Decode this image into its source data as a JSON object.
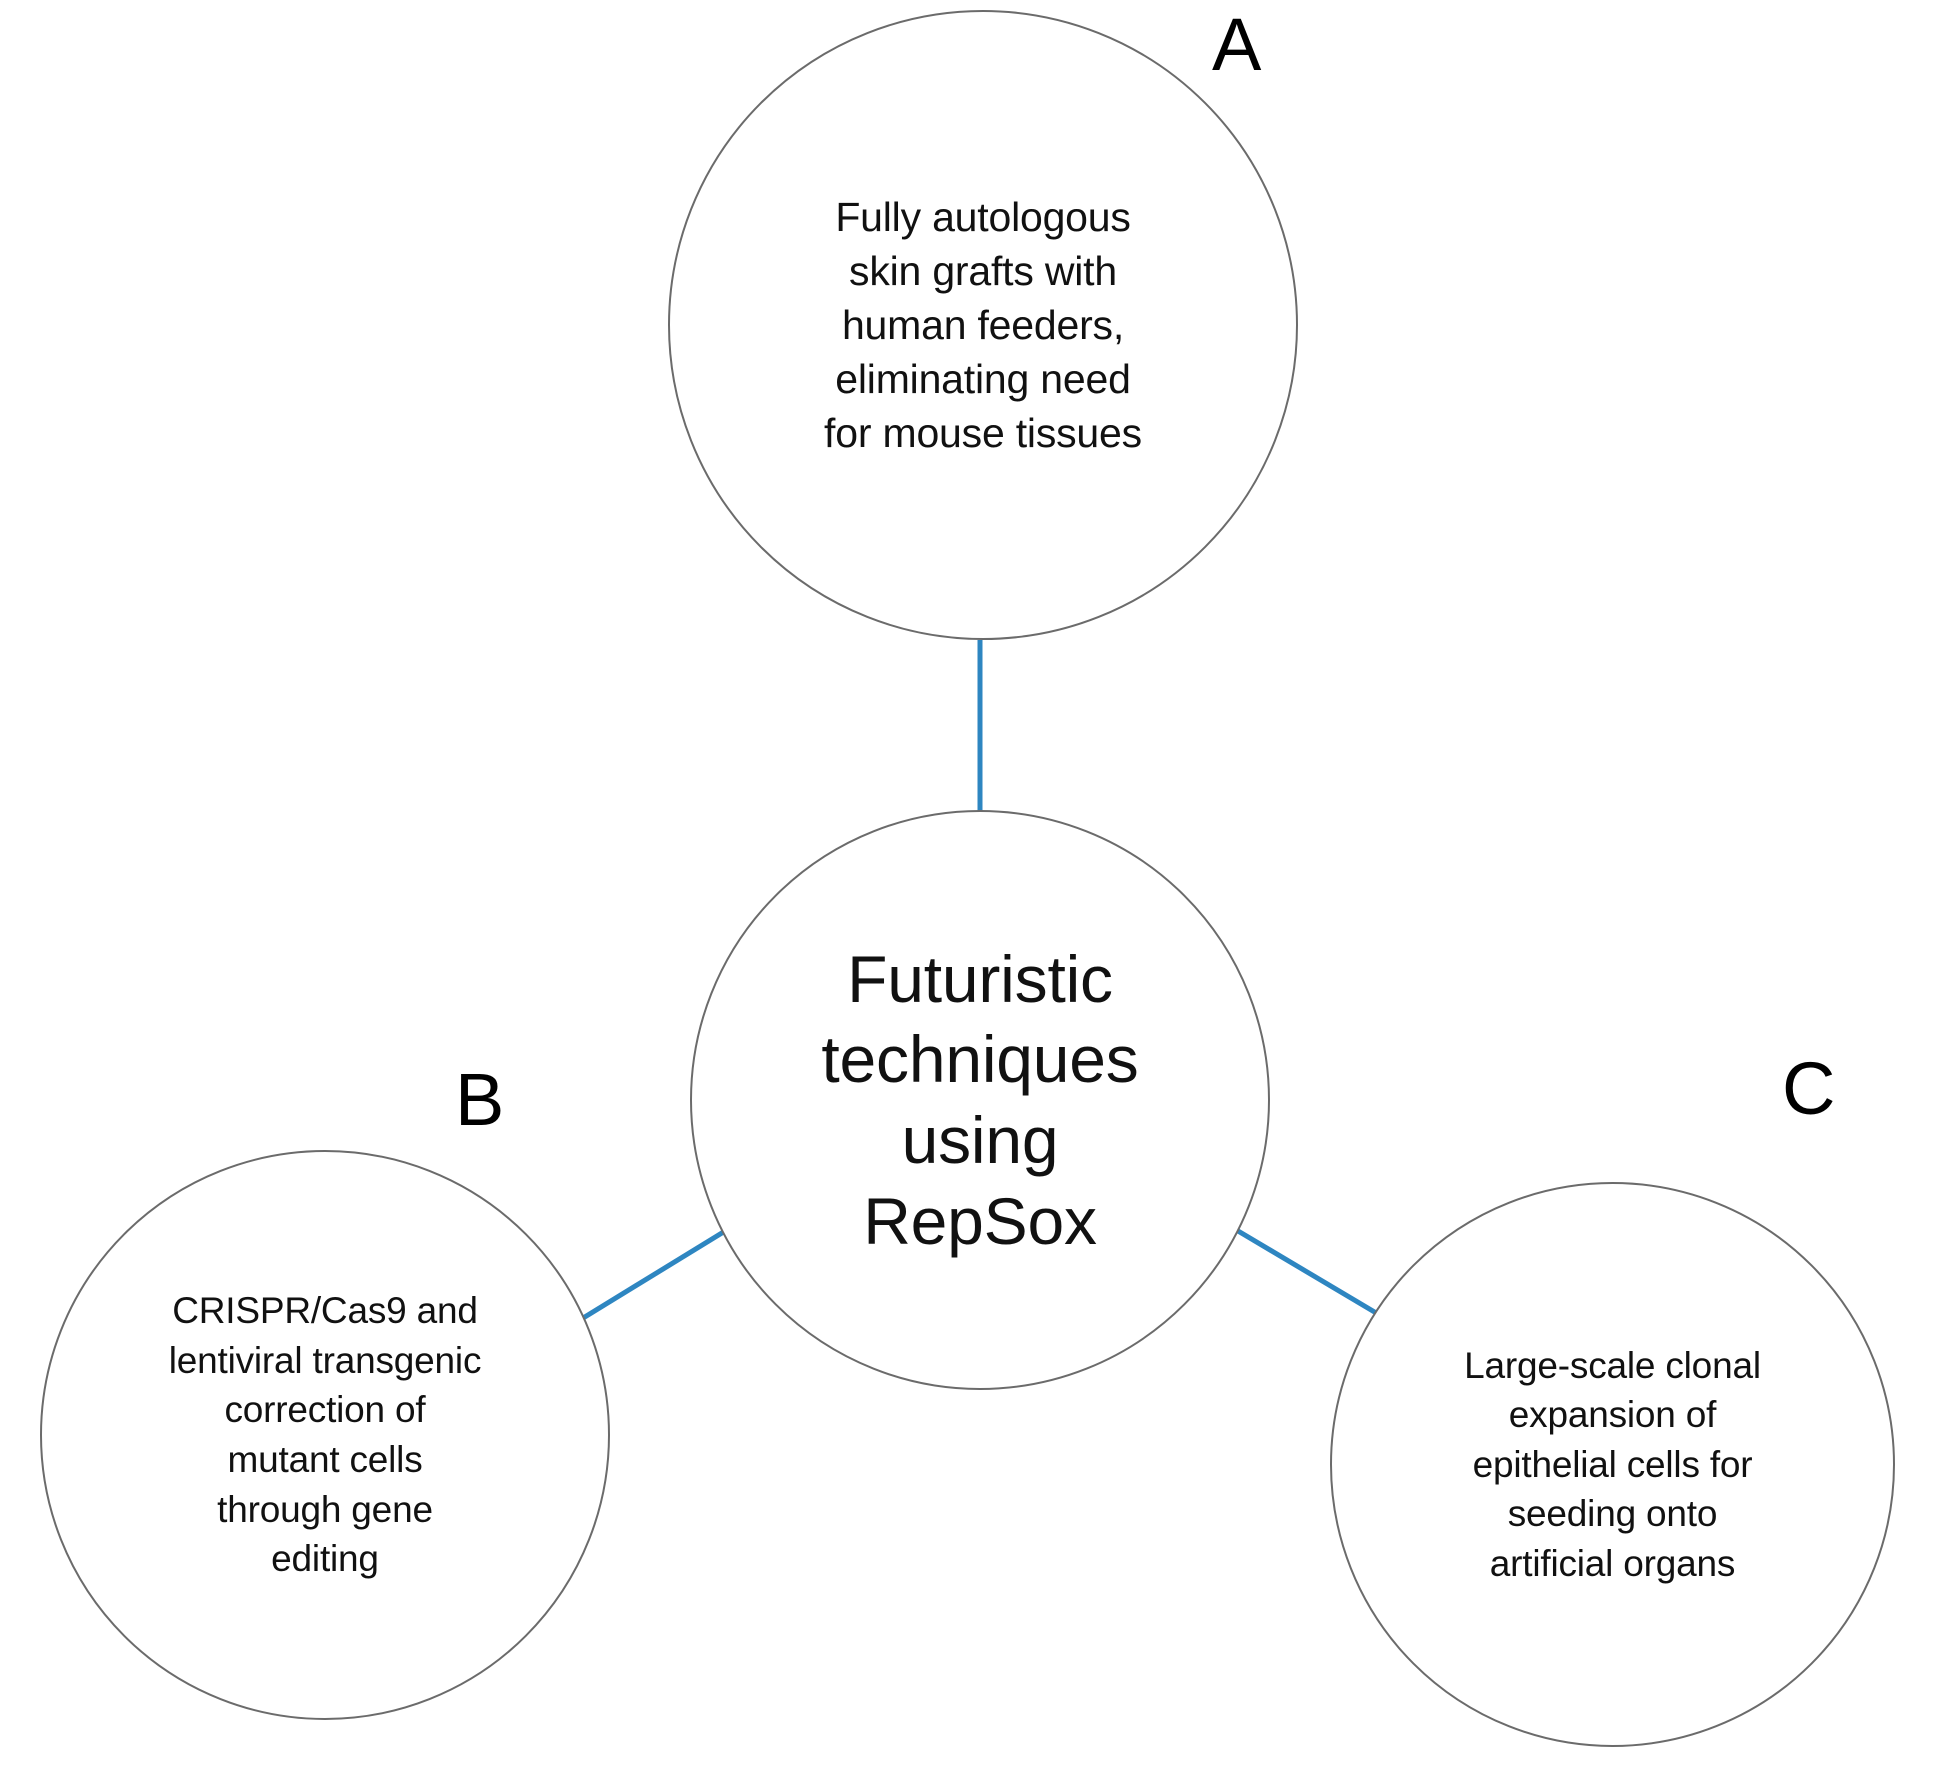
{
  "diagram": {
    "type": "hub-and-spoke",
    "background_color": "#ffffff",
    "circle_stroke_color": "#6b6b6b",
    "connector_color": "#2e86c1",
    "text_color": "#111111"
  },
  "center": {
    "id": "center",
    "text": "Futuristic\ntechniques\nusing\nRepSox"
  },
  "nodes": [
    {
      "id": "a",
      "label": "A",
      "text": "Fully autologous\nskin grafts with\nhuman feeders,\neliminating need\nfor mouse tissues"
    },
    {
      "id": "b",
      "label": "B",
      "text": "CRISPR/Cas9 and\nlentiviral transgenic\ncorrection of\nmutant cells\nthrough gene\nediting"
    },
    {
      "id": "c",
      "label": "C",
      "text": "Large-scale clonal\nexpansion of\nepithelial cells for\nseeding onto\nartificial organs"
    }
  ],
  "connectors": [
    {
      "from": "center",
      "to": "a"
    },
    {
      "from": "center",
      "to": "b"
    },
    {
      "from": "center",
      "to": "c"
    }
  ]
}
